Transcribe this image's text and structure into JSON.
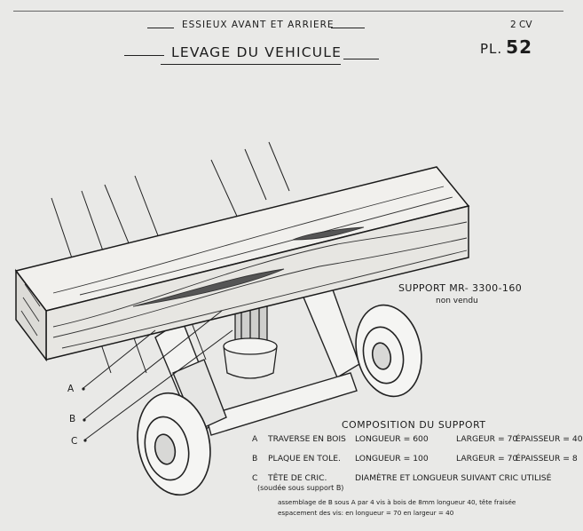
{
  "header": {
    "section": "ESSIEUX AVANT ET ARRIERE",
    "title": "LEVAGE DU VEHICULE",
    "model": "2 CV",
    "plate_prefix": "PL.",
    "plate_number": "52"
  },
  "support": {
    "reference": "SUPPORT MR- 3300-160",
    "status": "non vendu"
  },
  "callouts": [
    "A",
    "B",
    "C"
  ],
  "composition": {
    "title": "COMPOSITION DU SUPPORT",
    "rows": [
      {
        "key": "A",
        "name": "TRAVERSE EN BOIS",
        "d1": "LONGUEUR = 600",
        "d2": "LARGEUR = 70",
        "d3": "ÉPAISSEUR = 40"
      },
      {
        "key": "B",
        "name": "PLAQUE EN TOLE.",
        "d1": "LONGUEUR = 100",
        "d2": "LARGEUR = 70",
        "d3": "ÉPAISSEUR = 8"
      },
      {
        "key": "C",
        "name": "TÊTE DE CRIC.",
        "d1": "DIAMÈTRE ET LONGUEUR SUIVANT CRIC UTILISÉ"
      }
    ],
    "row_c_note": "(soudée sous support B)",
    "footnote_1": "assemblage de B sous A par 4 vis à bois de 8mm longueur 40, tête fraisée",
    "footnote_2": "espacement des vis: en longueur = 70   en largeur = 40"
  }
}
